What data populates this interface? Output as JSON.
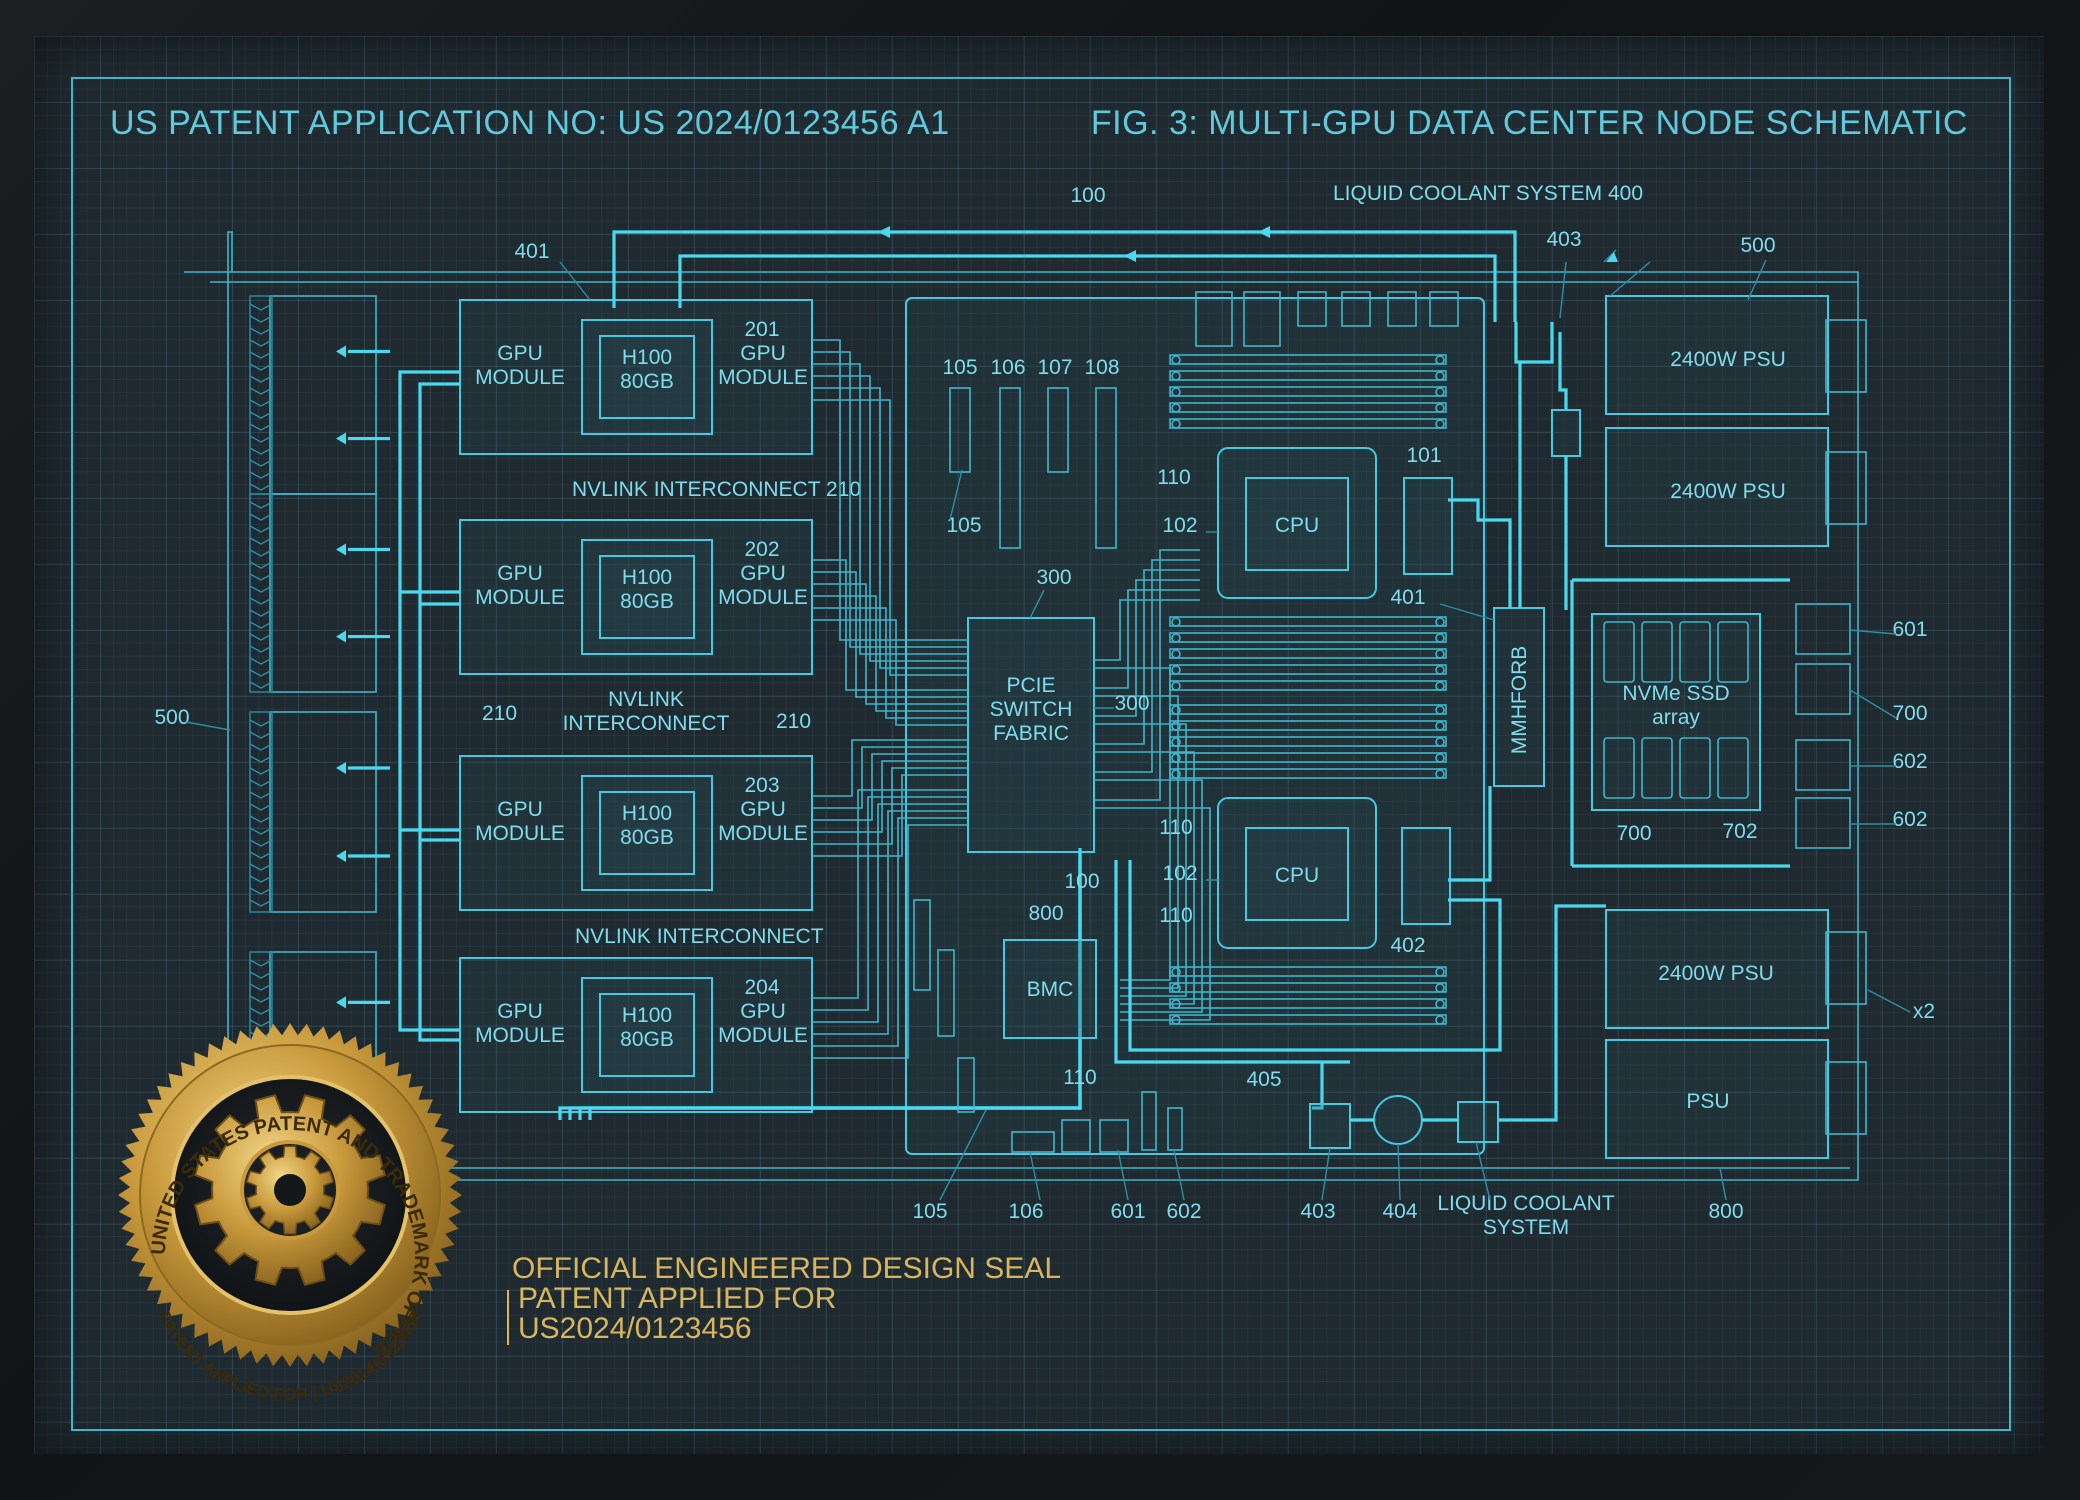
{
  "header": {
    "application_no": "US PATENT APPLICATION NO: US 2024/0123456 A1",
    "figure_title": "FIG. 3: MULTI-GPU DATA CENTER NODE SCHEMATIC"
  },
  "gpu_modules": [
    {
      "left_label": "GPU\nMODULE",
      "chip": "H100\n80GB",
      "ref": "201",
      "right_label": "GPU\nMODULE"
    },
    {
      "left_label": "GPU\nMODULE",
      "chip": "H100\n80GB",
      "ref": "202",
      "right_label": "GPU\nMODULE"
    },
    {
      "left_label": "GPU\nMODULE",
      "chip": "H100\n80GB",
      "ref": "203",
      "right_label": "GPU\nMODULE"
    },
    {
      "left_label": "GPU\nMODULE",
      "chip": "H100\n80GB",
      "ref": "204",
      "right_label": "GPU\nMODULE"
    }
  ],
  "interconnects": {
    "first": "NVLINK INTERCONNECT 210",
    "second": "NVLINK\nINTERCONNECT",
    "third": "NVLINK INTERCONNECT",
    "ref_left": "210",
    "ref_right": "210"
  },
  "components": {
    "pcie": "PCIE\nSWITCH\nFABRIC",
    "cpu_top": "CPU",
    "cpu_bottom": "CPU",
    "bmc": "BMC",
    "memory_controller": "MMHFORB",
    "nvme": "NVMe SSD\narray",
    "psu_1": "2400W PSU",
    "psu_2": "2400W PSU",
    "psu_3": "2400W PSU",
    "psu_4": "PSU",
    "coolant_top": "LIQUID COOLANT SYSTEM  400",
    "coolant_bottom": "LIQUID COOLANT\nSYSTEM"
  },
  "refs": {
    "r100_top": "100",
    "r401_top": "401",
    "r403_top": "403",
    "r500_top": "500",
    "r105a": "105",
    "r106a": "106",
    "r107a": "107",
    "r108a": "108",
    "r105b": "105",
    "r300a": "300",
    "r300b": "300",
    "r100_mid": "100",
    "r110a": "110",
    "r110b": "110",
    "r110c": "110",
    "r110d": "110",
    "r101": "101",
    "r102a": "102",
    "r102b": "102",
    "r401_mid": "401",
    "r402": "402",
    "r601a": "601",
    "r700a": "700",
    "r602a": "602",
    "r602b": "602",
    "r700b": "700",
    "r702": "702",
    "rx2": "x2",
    "r500_left": "500",
    "r800_bmc": "800",
    "r405": "405",
    "b105": "105",
    "b106": "106",
    "b601": "601",
    "b602": "602",
    "b403": "403",
    "b404": "404",
    "b800": "800"
  },
  "seal": {
    "outer_text": "UNITED STATES PATENT AND TRADEMARK OFFICE",
    "inner_text": "PATENT APPLIED FOR | US2024/0123456",
    "caption_line1": "OFFICIAL ENGINEERED DESIGN SEAL",
    "caption_line2": "PATENT APPLIED FOR",
    "caption_line3": "US2024/0123456"
  },
  "colors": {
    "line": "#49d9ef",
    "grid": "#1f2a30",
    "gold": "#d8b65e"
  }
}
